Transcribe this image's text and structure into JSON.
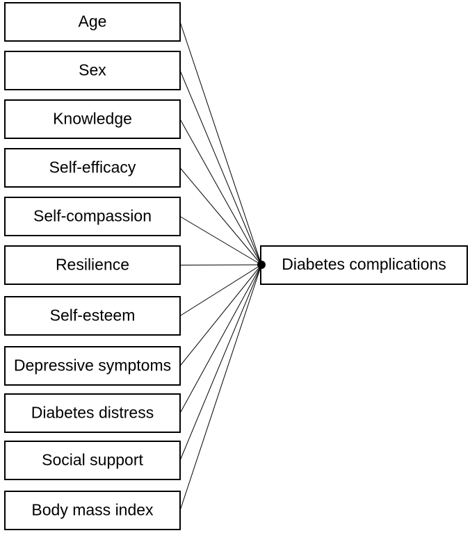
{
  "predictors": [
    {
      "label": "Age"
    },
    {
      "label": "Sex"
    },
    {
      "label": "Knowledge"
    },
    {
      "label": "Self-efficacy"
    },
    {
      "label": "Self-compassion"
    },
    {
      "label": "Resilience"
    },
    {
      "label": "Self-esteem"
    },
    {
      "label": "Depressive symptoms"
    },
    {
      "label": "Diabetes distress"
    },
    {
      "label": "Social support"
    },
    {
      "label": "Body mass index"
    }
  ],
  "outcome": {
    "label": "Diabetes complications"
  },
  "colors": {
    "stroke": "#000000",
    "box_fill": "#ffffff",
    "text": "#000000"
  }
}
